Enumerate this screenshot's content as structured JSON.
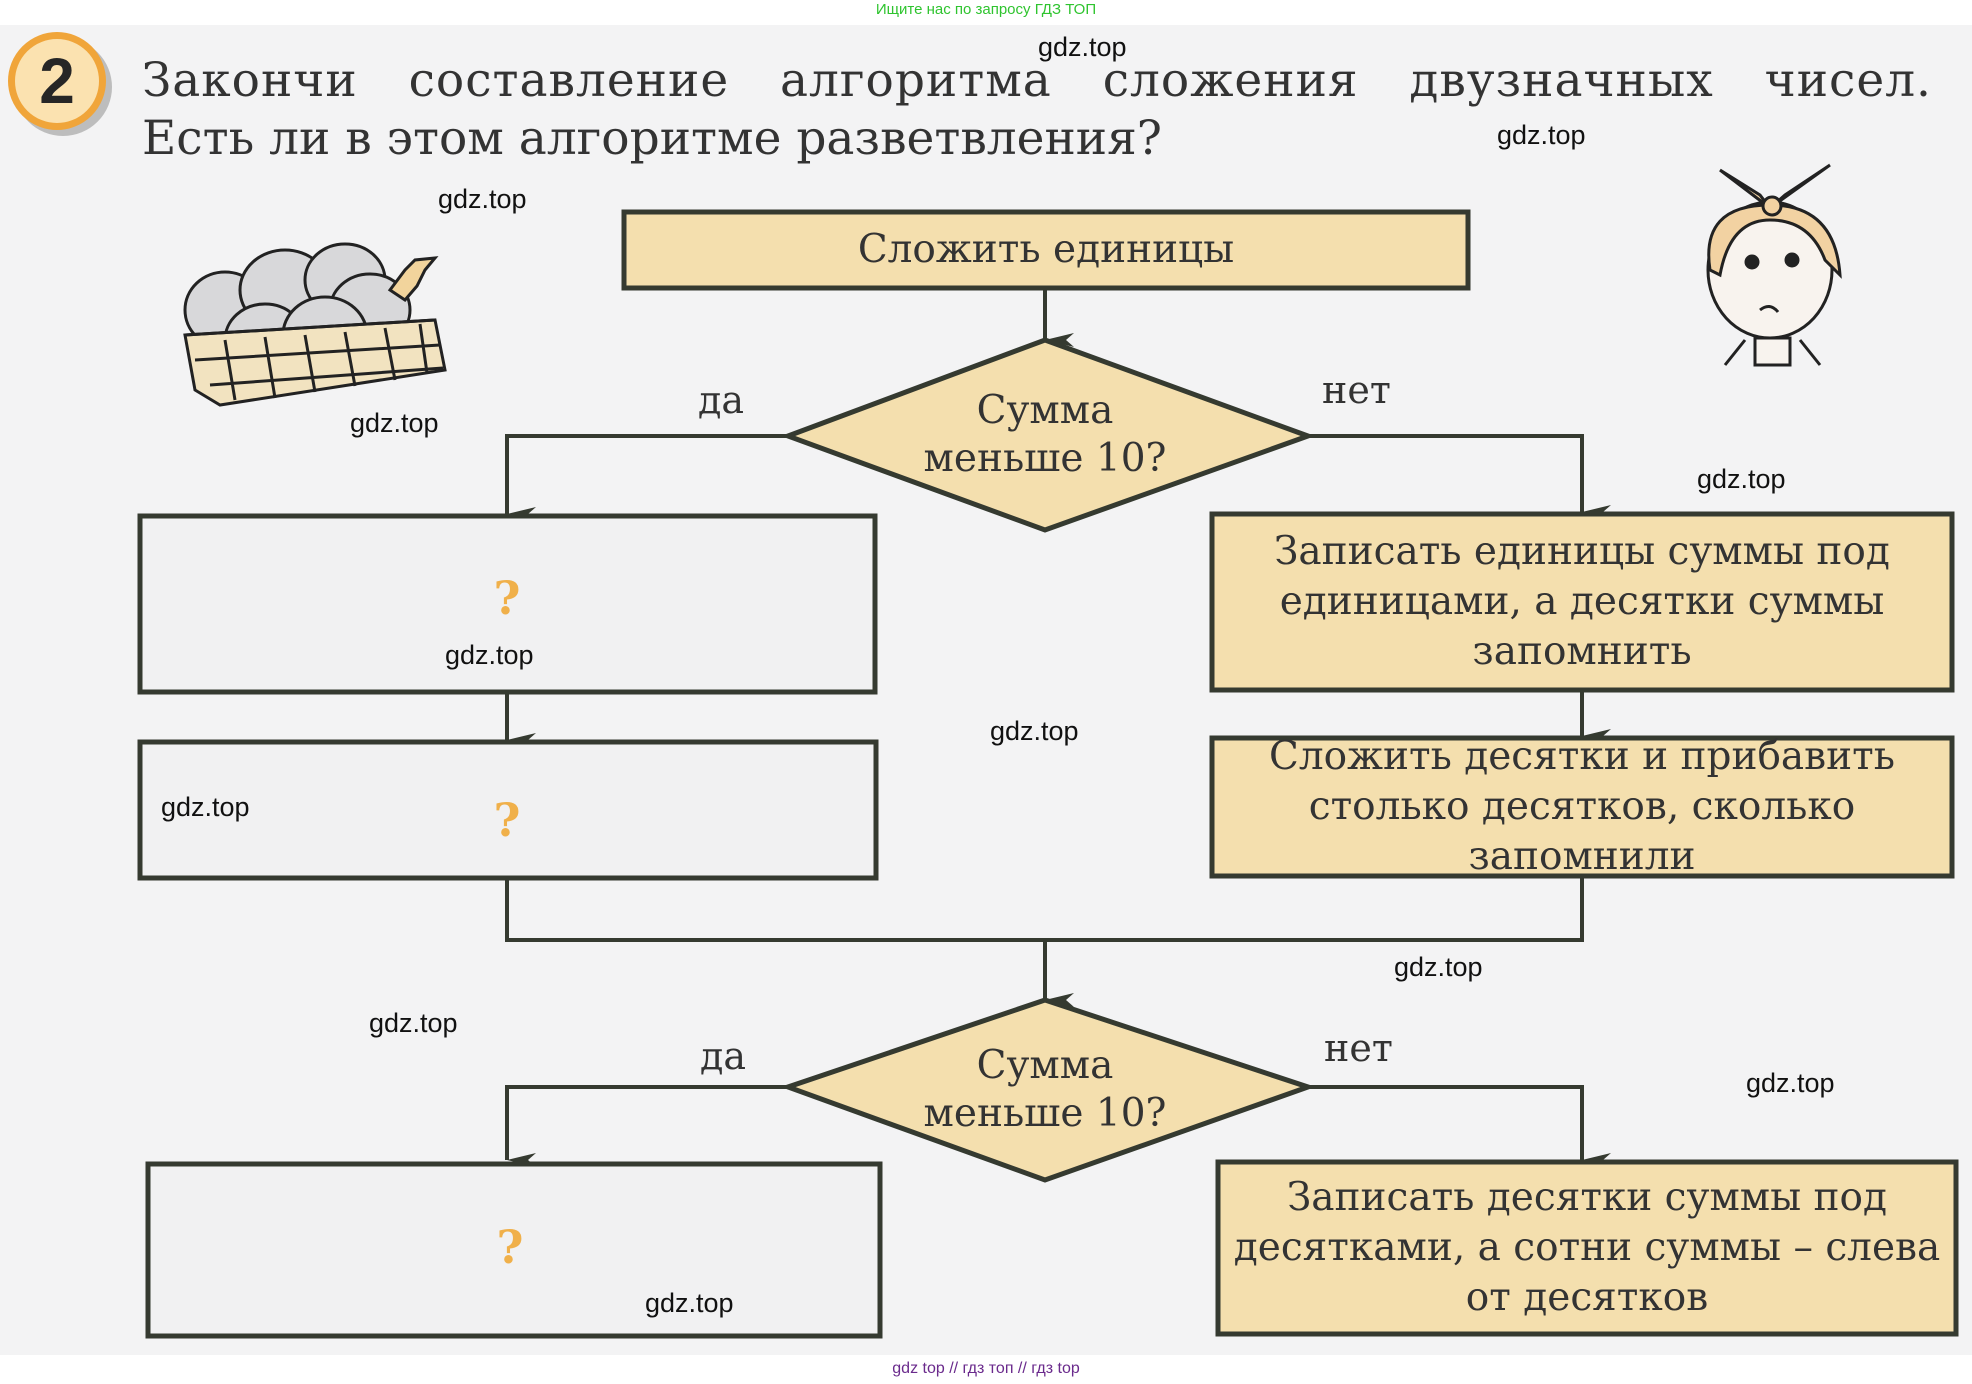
{
  "banners": {
    "top": "Ищите нас по запросу ГДЗ ТОП",
    "bottom": "gdz top  //  гдз топ  //  гдз top"
  },
  "task": {
    "number": "2",
    "heading_line1": "Закончи составление алгоритма сложения двузначных чисел.",
    "heading_line2": "Есть ли в этом алгоритме разветвления?"
  },
  "watermark": "gdz.top",
  "flowchart": {
    "start_box": "Сложить единицы",
    "decision1": {
      "line1": "Сумма",
      "line2": "меньше 10?",
      "yes_label": "да",
      "no_label": "нет"
    },
    "yes1_box1": "?",
    "yes1_box2": "?",
    "no1_box1": "Записать единицы суммы под единицами, а десятки суммы запомнить",
    "no1_box2": "Сложить десятки и прибавить столько десятков, сколько запомнили",
    "decision2": {
      "line1": "Сумма",
      "line2": "меньше 10?",
      "yes_label": "да",
      "no_label": "нет"
    },
    "yes2_box": "?",
    "no2_box": "Записать десятки суммы под десятками, а сотни суммы – слева от десятков"
  },
  "colors": {
    "filled_box": "#f4dfae",
    "empty_box": "#f1f1f2",
    "stroke": "#353a30",
    "question_mark": "#f0b04a",
    "badge_ring": "#f0a53a"
  }
}
